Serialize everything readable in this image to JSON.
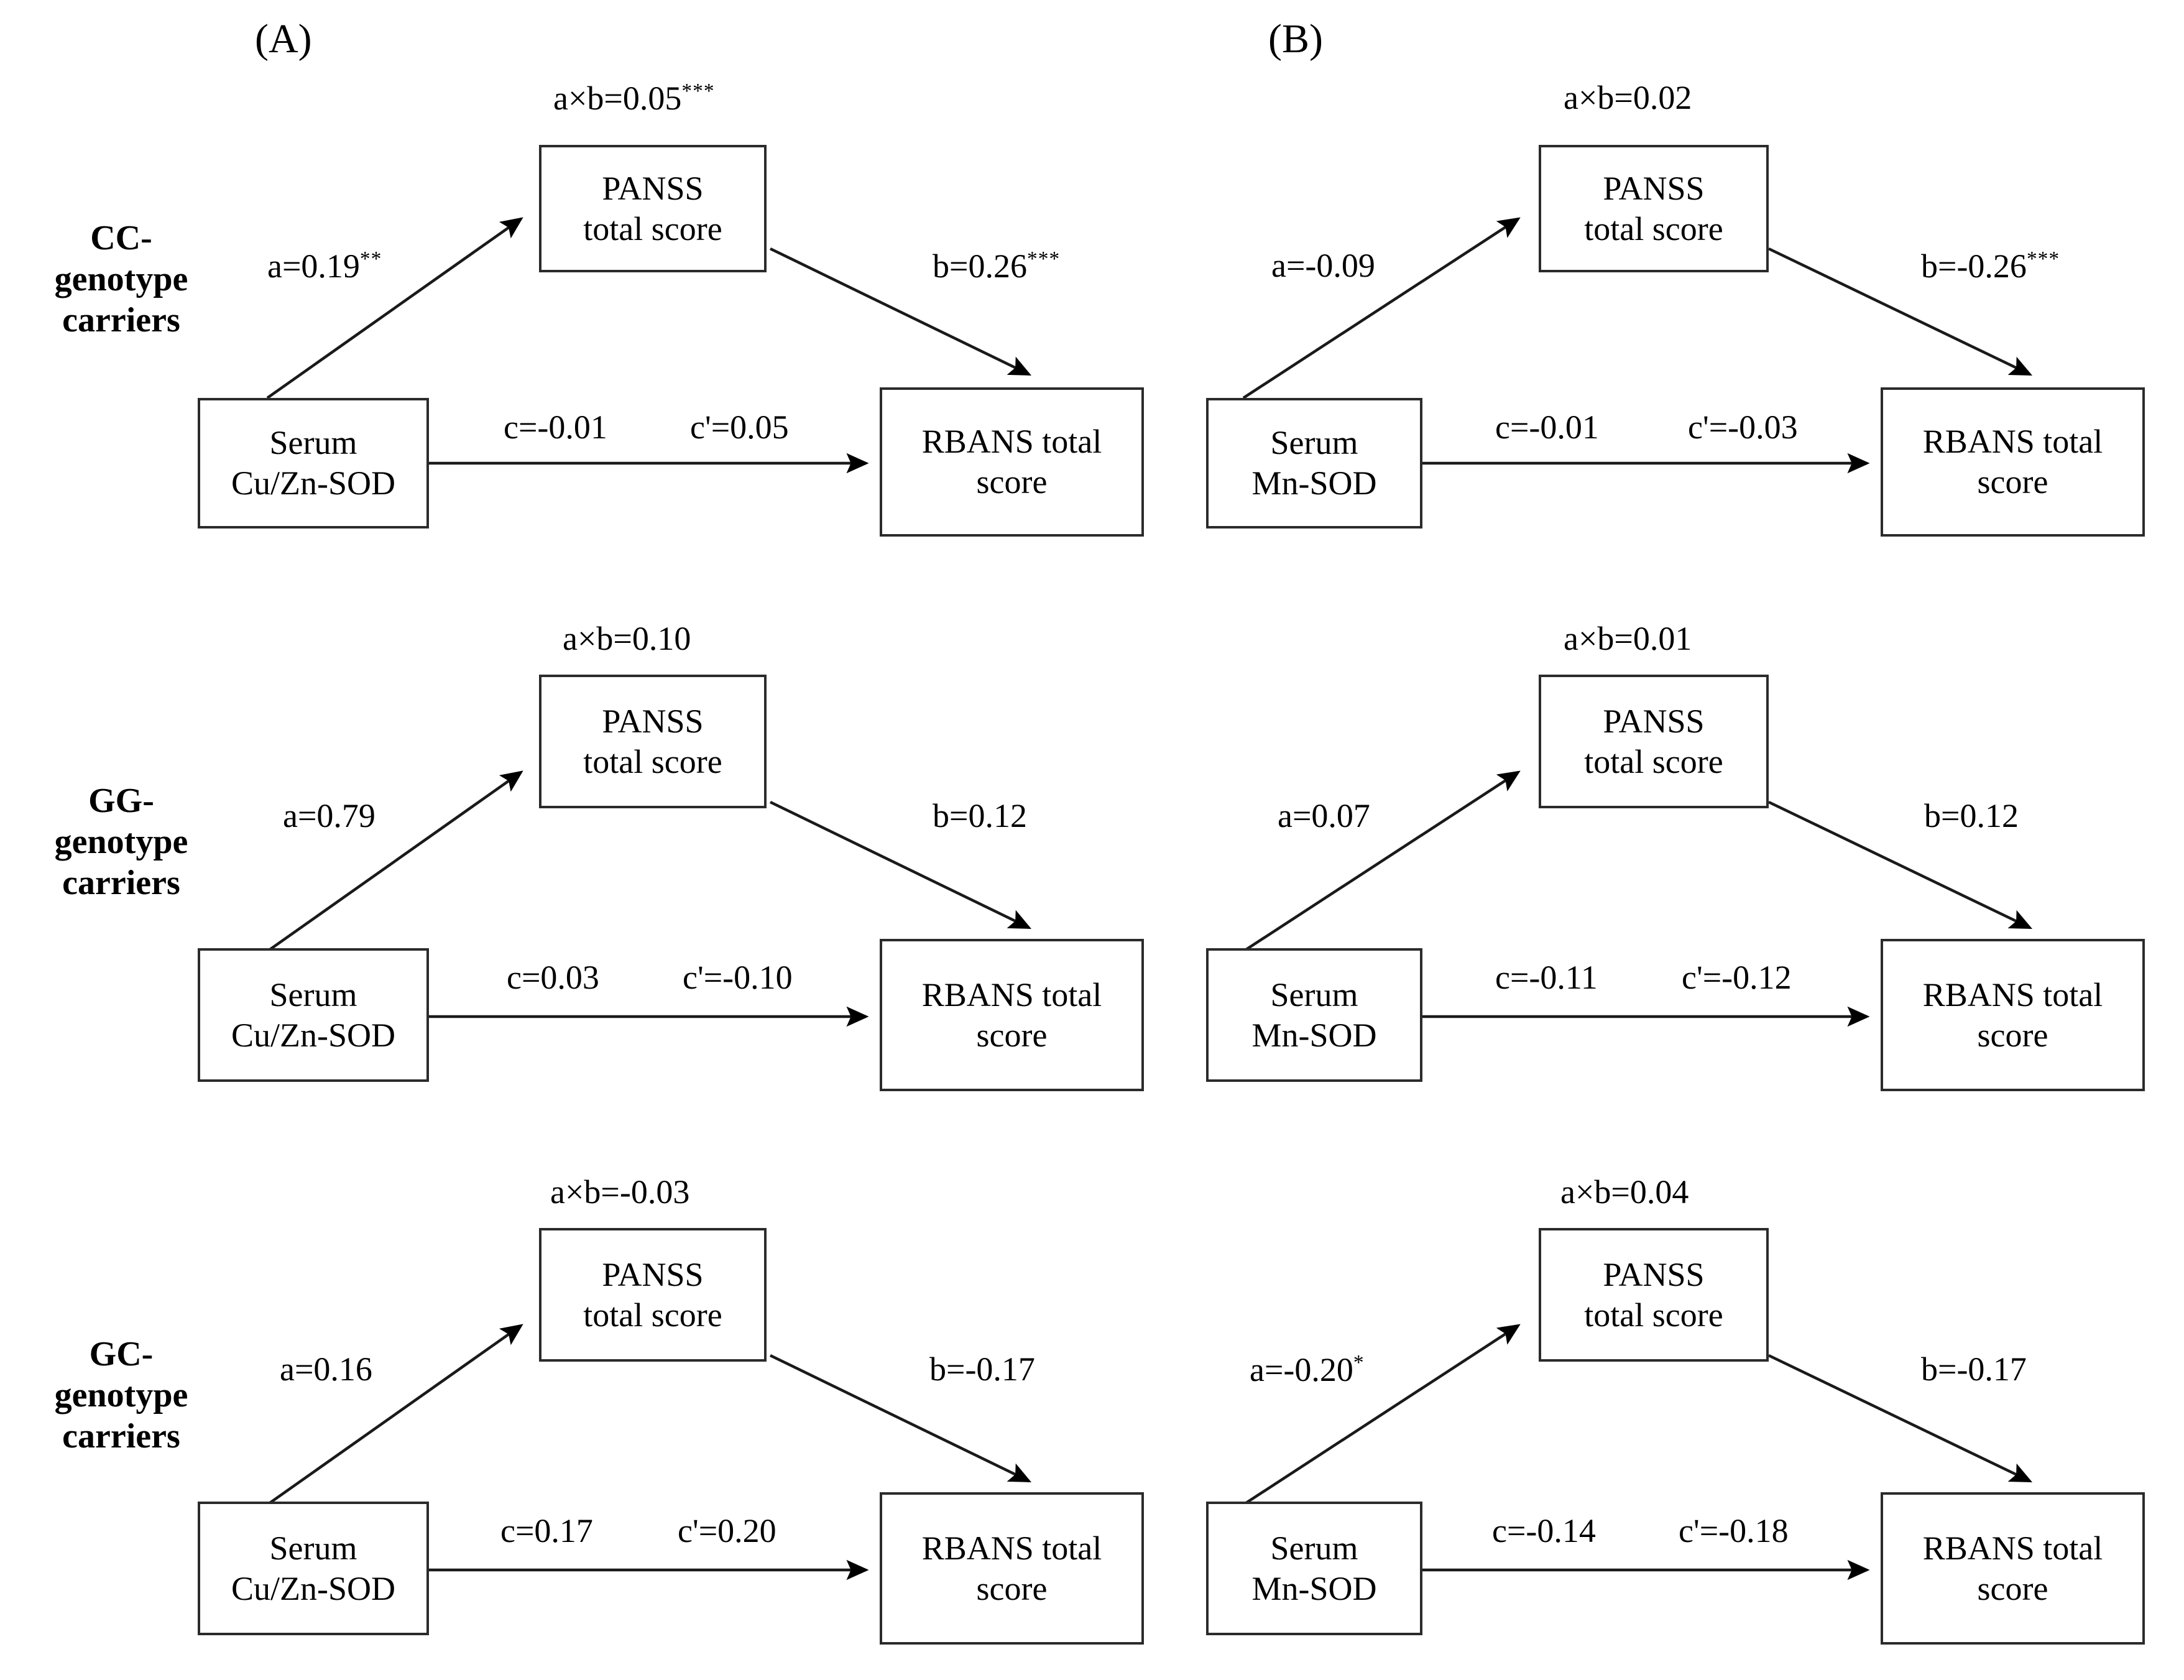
{
  "figure": {
    "panels": [
      {
        "letter": "(A)",
        "exposure": "Serum\nCu/Zn-SOD"
      },
      {
        "letter": "(B)",
        "exposure": "Serum\nMn-SOD"
      }
    ],
    "row_labels": [
      "CC-\ngenotype\ncarriers",
      "GG-\ngenotype\ncarriers",
      "GC-\ngenotype\ncarriers"
    ],
    "node_mediator": "PANSS\ntotal score",
    "node_outcome": "RBANS total\nscore"
  },
  "chart_data": {
    "type": "diagram",
    "title": "",
    "description": "Mediation path diagrams of serum SOD on RBANS total score via PANSS total score, stratified by genotype",
    "mediator": "PANSS total score",
    "outcome": "RBANS total score",
    "panels": [
      {
        "letter": "(A)",
        "exposure": "Serum Cu/Zn-SOD",
        "rows": [
          {
            "group": "CC-genotype carriers",
            "indirect_label": "a×b=0.05",
            "indirect_stars": "***",
            "indirect_value": 0.05,
            "a_label": "a=0.19",
            "a_stars": "**",
            "a_value": 0.19,
            "b_label": "b=0.26",
            "b_stars": "***",
            "b_value": 0.26,
            "c_label": "c=-0.01",
            "c_stars": "",
            "c_value": -0.01,
            "cprime_label": "c'=0.05",
            "cprime_stars": "",
            "cprime_value": 0.05
          },
          {
            "group": "GG-genotype carriers",
            "indirect_label": "a×b=0.10",
            "indirect_stars": "",
            "indirect_value": 0.1,
            "a_label": "a=0.79",
            "a_stars": "",
            "a_value": 0.79,
            "b_label": "b=0.12",
            "b_stars": "",
            "b_value": 0.12,
            "c_label": "c=0.03",
            "c_stars": "",
            "c_value": 0.03,
            "cprime_label": "c'=-0.10",
            "cprime_stars": "",
            "cprime_value": -0.1
          },
          {
            "group": "GC-genotype carriers",
            "indirect_label": "a×b=-0.03",
            "indirect_stars": "",
            "indirect_value": -0.03,
            "a_label": "a=0.16",
            "a_stars": "",
            "a_value": 0.16,
            "b_label": "b=-0.17",
            "b_stars": "",
            "b_value": -0.17,
            "c_label": "c=0.17",
            "c_stars": "",
            "c_value": 0.17,
            "cprime_label": "c'=0.20",
            "cprime_stars": "",
            "cprime_value": 0.2
          }
        ]
      },
      {
        "letter": "(B)",
        "exposure": "Serum Mn-SOD",
        "rows": [
          {
            "group": "CC-genotype carriers",
            "indirect_label": "a×b=0.02",
            "indirect_stars": "",
            "indirect_value": 0.02,
            "a_label": "a=-0.09",
            "a_stars": "",
            "a_value": -0.09,
            "b_label": "b=-0.26",
            "b_stars": "***",
            "b_value": -0.26,
            "c_label": "c=-0.01",
            "c_stars": "",
            "c_value": -0.01,
            "cprime_label": "c'=-0.03",
            "cprime_stars": "",
            "cprime_value": -0.03
          },
          {
            "group": "GG-genotype carriers",
            "indirect_label": "a×b=0.01",
            "indirect_stars": "",
            "indirect_value": 0.01,
            "a_label": "a=0.07",
            "a_stars": "",
            "a_value": 0.07,
            "b_label": "b=0.12",
            "b_stars": "",
            "b_value": 0.12,
            "c_label": "c=-0.11",
            "c_stars": "",
            "c_value": -0.11,
            "cprime_label": "c'=-0.12",
            "cprime_stars": "",
            "cprime_value": -0.12
          },
          {
            "group": "GC-genotype carriers",
            "indirect_label": "a×b=0.04",
            "indirect_stars": "",
            "indirect_value": 0.04,
            "a_label": "a=-0.20",
            "a_stars": "*",
            "a_value": -0.2,
            "b_label": "b=-0.17",
            "b_stars": "",
            "b_value": -0.17,
            "c_label": "c=-0.14",
            "c_stars": "",
            "c_value": -0.14,
            "cprime_label": "c'=-0.18",
            "cprime_stars": "",
            "cprime_value": -0.18
          }
        ]
      }
    ]
  }
}
